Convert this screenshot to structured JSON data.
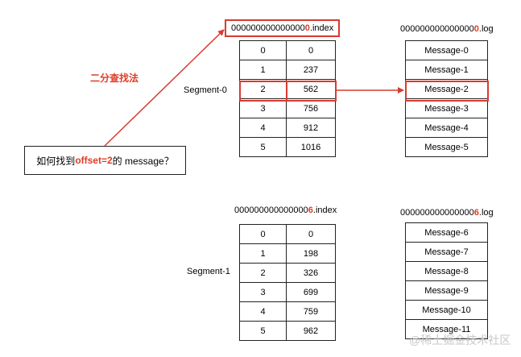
{
  "search_method_label": "二分查找法",
  "question": {
    "prefix": "如何找到 ",
    "highlight": "offset=2",
    "suffix": " 的 message？"
  },
  "segments": [
    {
      "label": "Segment-0",
      "index_file": {
        "prefix": "000000000000000",
        "highlight": "0",
        "suffix": ".index"
      },
      "log_file": {
        "prefix": "000000000000000",
        "highlight": "0",
        "suffix": ".log"
      },
      "index_rows": [
        [
          "0",
          "0"
        ],
        [
          "1",
          "237"
        ],
        [
          "2",
          "562"
        ],
        [
          "3",
          "756"
        ],
        [
          "4",
          "912"
        ],
        [
          "5",
          "1016"
        ]
      ],
      "messages": [
        "Message-0",
        "Message-1",
        "Message-2",
        "Message-3",
        "Message-4",
        "Message-5"
      ]
    },
    {
      "label": "Segment-1",
      "index_file": {
        "prefix": "000000000000000",
        "highlight": "6",
        "suffix": ".index"
      },
      "log_file": {
        "prefix": "000000000000000",
        "highlight": "6",
        "suffix": ".log"
      },
      "index_rows": [
        [
          "0",
          "0"
        ],
        [
          "1",
          "198"
        ],
        [
          "2",
          "326"
        ],
        [
          "3",
          "699"
        ],
        [
          "4",
          "759"
        ],
        [
          "5",
          "962"
        ]
      ],
      "messages": [
        "Message-6",
        "Message-7",
        "Message-8",
        "Message-9",
        "Message-10",
        "Message-11"
      ]
    }
  ],
  "watermark": "@稀土掘金技术社区",
  "colors": {
    "accent": "#d83a2f",
    "highlight_text": "#e03b24",
    "border": "#222222"
  }
}
